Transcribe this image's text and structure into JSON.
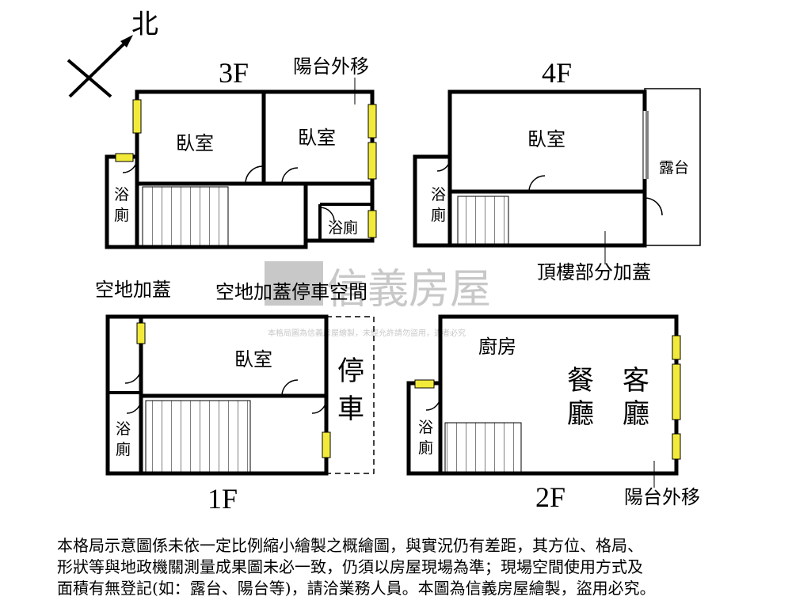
{
  "compass": {
    "north_label": "北"
  },
  "floors": {
    "f3": {
      "label": "3F",
      "note": "陽台外移",
      "bedroom_a": "臥室",
      "bedroom_b": "臥室",
      "bath_a": [
        "浴",
        "廁"
      ],
      "bath_b": "浴廁"
    },
    "f4": {
      "label": "4F",
      "bedroom": "臥室",
      "terrace": "露台",
      "bath": [
        "浴",
        "廁"
      ],
      "note": "頂樓部分加蓋"
    },
    "f1": {
      "label": "1F",
      "note_a": "空地加蓋",
      "note_b": "空地加蓋停車空間",
      "bedroom": "臥室",
      "parking": [
        "停",
        "車"
      ],
      "bath": [
        "浴",
        "廁"
      ]
    },
    "f2": {
      "label": "2F",
      "kitchen": "廚房",
      "dining": [
        "餐",
        "廳"
      ],
      "living": [
        "客",
        "廳"
      ],
      "bath": [
        "浴",
        "廁"
      ],
      "note": "陽台外移"
    }
  },
  "watermark": {
    "brand": "信義房屋",
    "notice": "本格局圖為信義房屋繪製，未經允許請勿盜用，違者必究"
  },
  "disclaimer": [
    "本格局示意圖係未依一定比例縮小繪製之概繪圖，與實況仍有差距，其方位、格局、",
    "形狀等與地政機關測量成果圖未必一致，仍須以房屋現場為準；現場空間使用方式及",
    "面積有無登記(如：露台、陽台等)，請洽業務人員。本圖為信義房屋繪製，盜用必究。"
  ],
  "colors": {
    "wall": "#000000",
    "window": "#f2ea3a",
    "watermark": "#c8c8c8"
  }
}
